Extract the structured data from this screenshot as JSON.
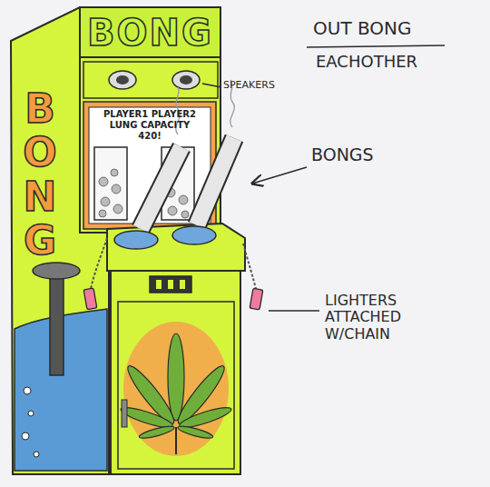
{
  "diagram": {
    "title": "OUT BONG",
    "nodes": [
      {
        "text": [
          "BONG"
        ]
      },
      {
        "text": [
          "PLAYER1 PLAYER2",
          "LUNG CAPACITY",
          "420!"
        ]
      }
    ],
    "labels": [
      "BONG",
      "SPEAKERS",
      "BONGS",
      "LIGHTERS ATTACHED W/CHAIN",
      "EACHOTHER"
    ]
  }
}
